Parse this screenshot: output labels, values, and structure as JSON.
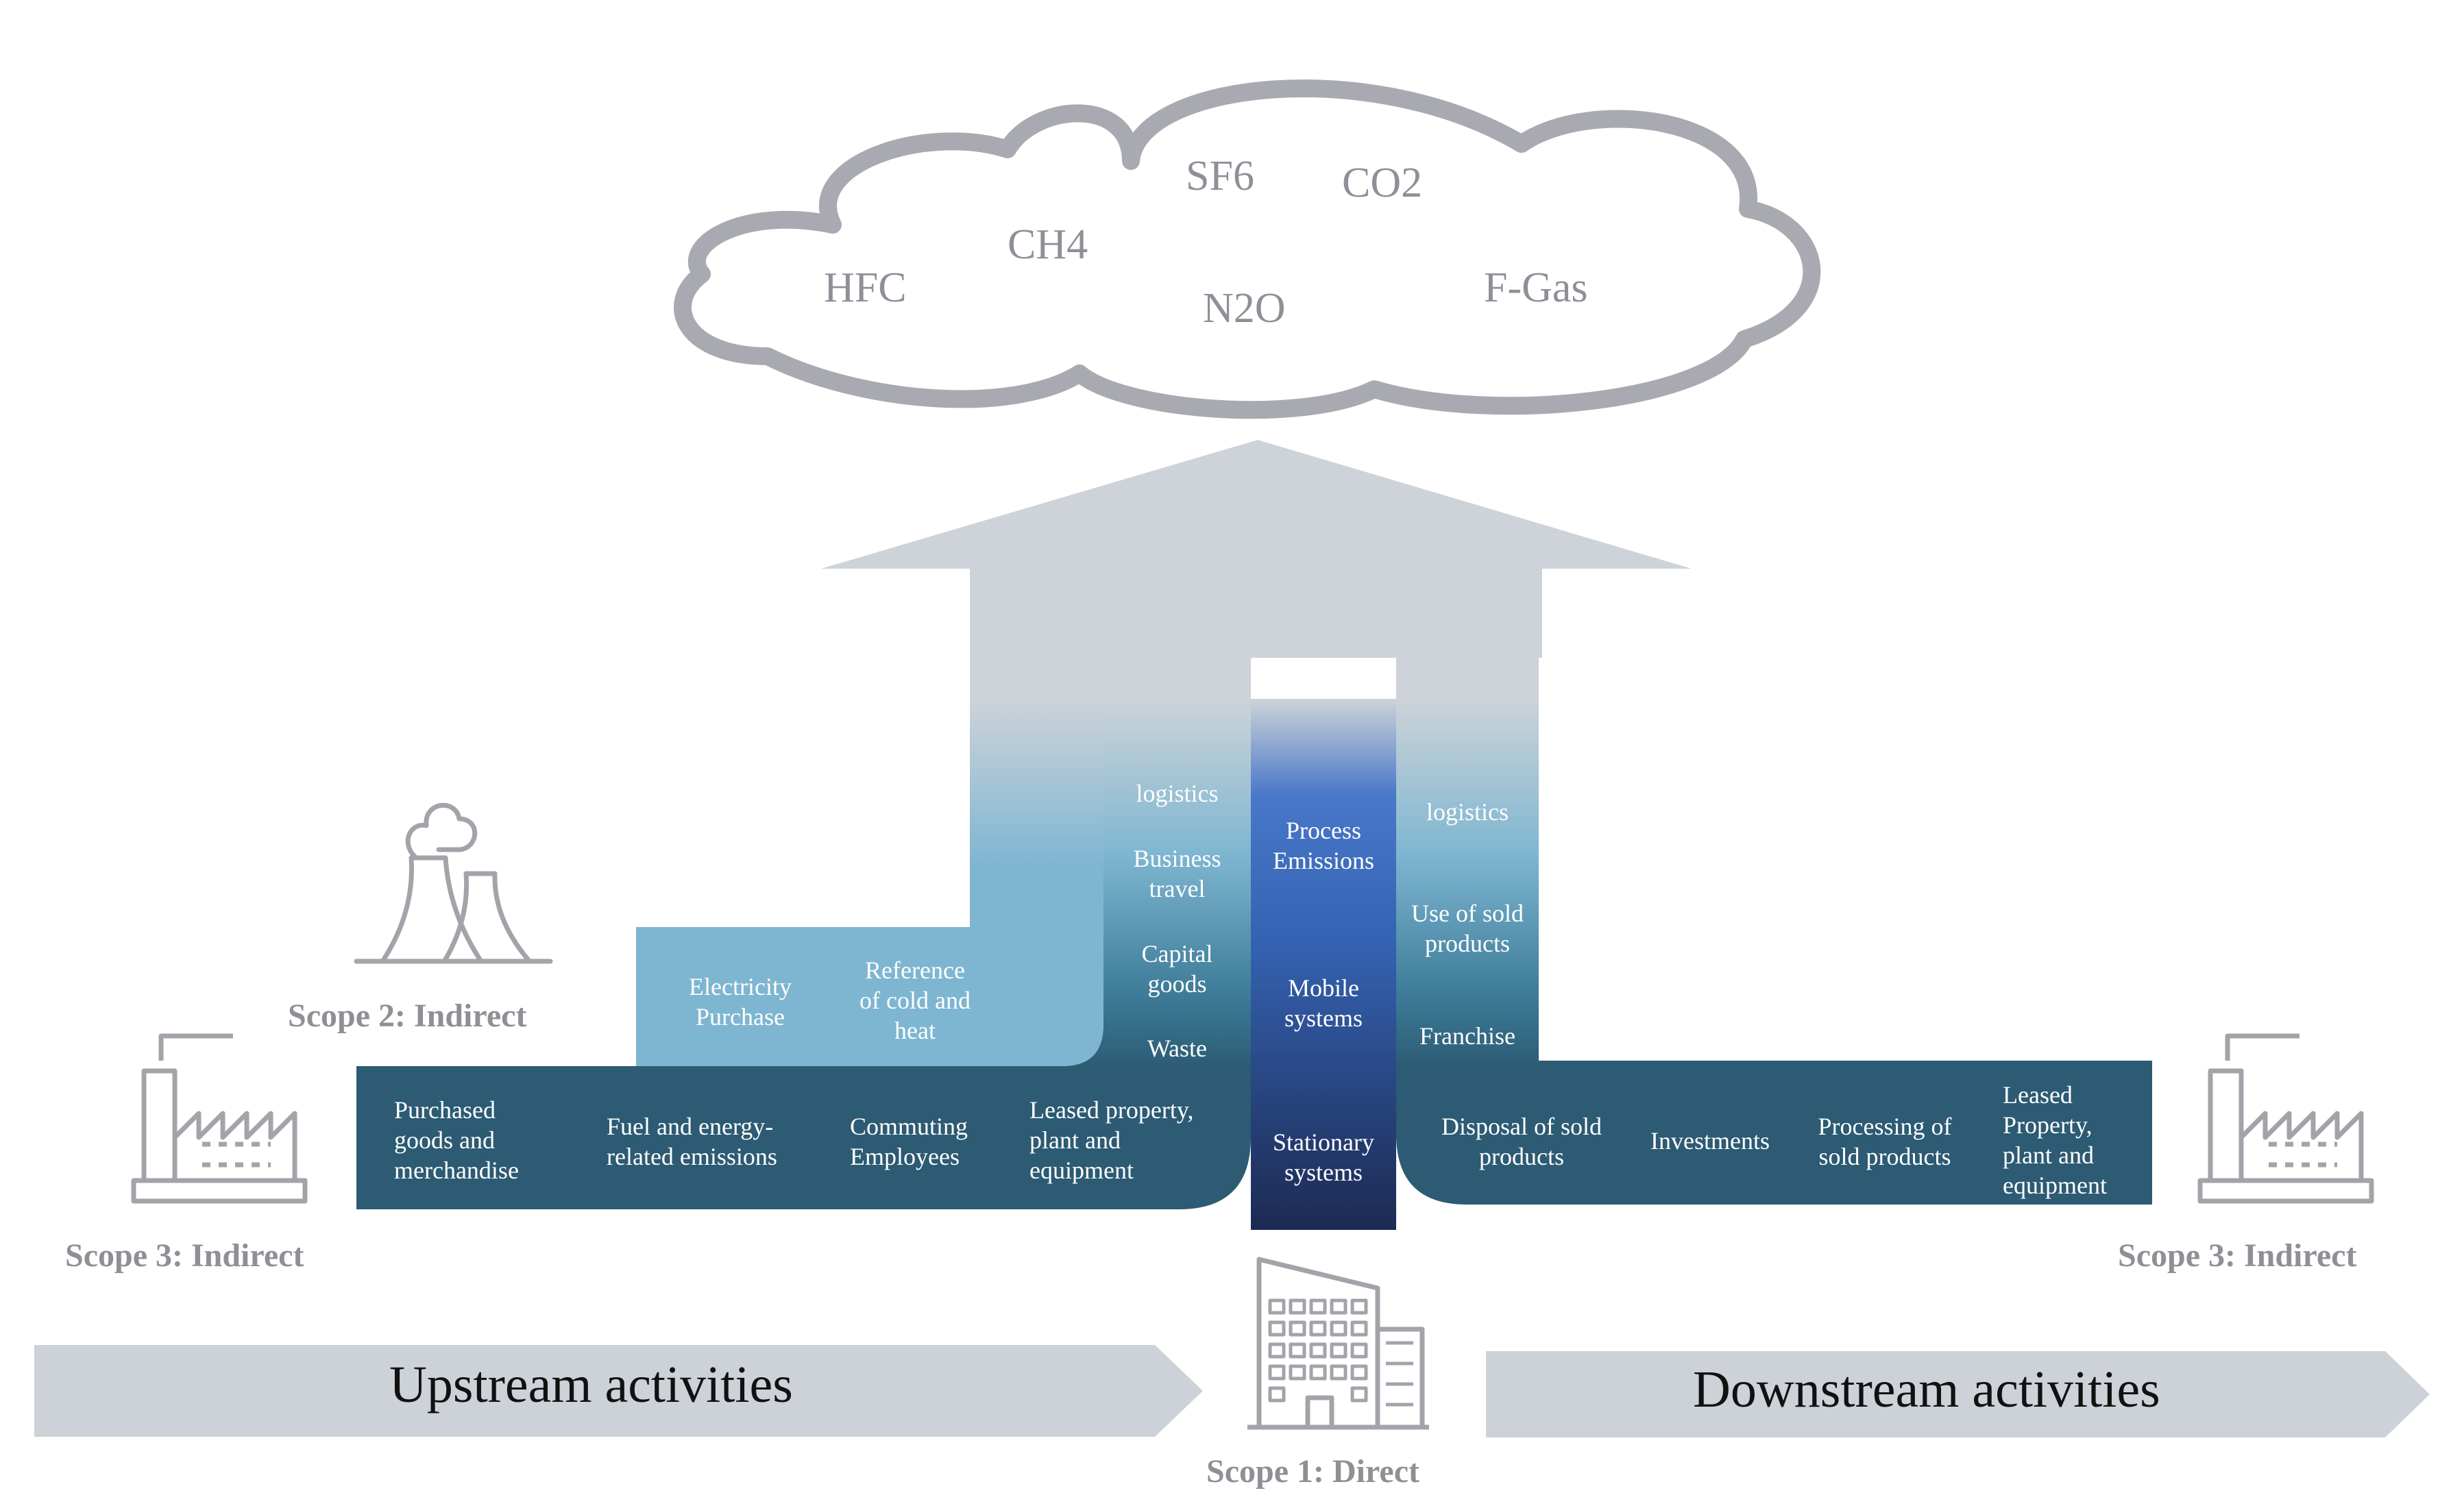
{
  "gases": [
    "SF6",
    "CO2",
    "CH4",
    "HFC",
    "N2O",
    "F-Gas"
  ],
  "scopes": {
    "scope2": "Scope 2: Indirect",
    "scope3_left": "Scope 3: Indirect",
    "scope3_right": "Scope 3: Indirect",
    "scope1": "Scope 1: Direct"
  },
  "bands": {
    "upstream": "Upstream activities",
    "downstream": "Downstream activities"
  },
  "scope2_items": {
    "electricity": "Electricity\nPurchase",
    "reference": "Reference\nof cold and\nheat"
  },
  "upstream_column": {
    "logistics": "logistics",
    "business_travel": "Business\ntravel",
    "capital_goods": "Capital\ngoods",
    "waste": "Waste"
  },
  "upstream_row": {
    "purchased": "Purchased\ngoods and\nmerchandise",
    "fuel": "Fuel and energy-\nrelated emissions",
    "commuting": "Commuting\nEmployees",
    "leased": "Leased property,\nplant and\nequipment"
  },
  "scope1_items": {
    "process": "Process\nEmissions",
    "mobile": "Mobile\nsystems",
    "stationary": "Stationary\nsystems"
  },
  "downstream_column": {
    "logistics": "logistics",
    "use": "Use of sold\nproducts",
    "franchise": "Franchise"
  },
  "downstream_row": {
    "disposal": "Disposal of sold\nproducts",
    "investments": "Investments",
    "processing": "Processing of\nsold products",
    "leased": "Leased\nProperty,\nplant and\nequipment"
  },
  "colors": {
    "cloud_outline": "#a9aab1",
    "arrow_gray": "#cdd3d9",
    "light_blue": "#7eb6d1",
    "dark_teal": "#2c5b73",
    "scope1_top": "#3f6bc4",
    "scope1_bottom": "#1c2a52",
    "icon_gray": "#a3a4aa",
    "band_gray": "#ccd2d8"
  }
}
